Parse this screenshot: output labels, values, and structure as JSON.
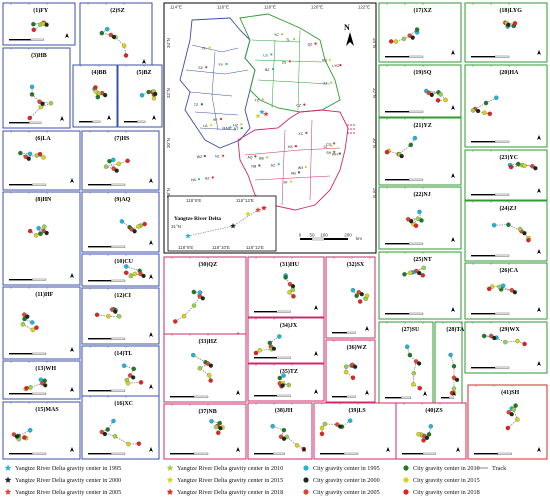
{
  "colors": {
    "anhui": "#3a4fa8",
    "jiangsu": "#2e9a30",
    "shanghai": "#cc2b6a",
    "zhejiang": "#cc2b6a",
    "special": "#d82a2a",
    "track": "#888888",
    "y1995": "#1fb5d8",
    "y2000": "#1b2b1b",
    "y2005": "#e04433",
    "y2010": "#1aa6c9",
    "y2015": "#d8d31b",
    "y2018": "#e02424",
    "green2000": "#1e7a2a",
    "lime2010": "#9ad14a"
  },
  "map": {
    "lon_ticks": [
      "114°E",
      "116°E",
      "118°E",
      "120°E",
      "122°E"
    ],
    "lat_ticks_left": [
      "34°N",
      "32°N",
      "30°N",
      "28°N"
    ],
    "lat_ticks_right": [
      "34°N",
      "32°N",
      "30°N",
      "28°N"
    ],
    "north_label": "N",
    "scale_labels": [
      "0",
      "50",
      "100",
      "200"
    ],
    "scale_unit": "km",
    "inset_title": "Yangtze River Delta",
    "inset_lon_ticks": [
      "118°8'E",
      "118°10'E",
      "118°12'E"
    ],
    "inset_lat_tick": "31°N",
    "inset_lon_top": [
      "118°8'E",
      "118°12'E"
    ],
    "city_codes": [
      "FY",
      "HB",
      "SZ",
      "BB",
      "LA",
      "HS",
      "BZ",
      "AQ",
      "CU",
      "TL",
      "CI",
      "HF",
      "MAS",
      "WH",
      "XC",
      "YC",
      "SQ",
      "LYG",
      "HA",
      "TZ",
      "NJ",
      "ZJ",
      "WX",
      "CZ",
      "SZ",
      "NT",
      "SH",
      "HZ",
      "JX",
      "HZ",
      "SX",
      "NB",
      "ZS",
      "TZ",
      "JH",
      "QZ",
      "LS",
      "WZ"
    ]
  },
  "panels": [
    {
      "id": "p1",
      "label": "(1)FY"
    },
    {
      "id": "p2",
      "label": "(2)SZ"
    },
    {
      "id": "p3",
      "label": "(3)HB"
    },
    {
      "id": "p4",
      "label": "(4)BB"
    },
    {
      "id": "p5",
      "label": "(5)BZ"
    },
    {
      "id": "p6",
      "label": "(6)LA"
    },
    {
      "id": "p7",
      "label": "(7)HS"
    },
    {
      "id": "p8",
      "label": "(8)HN"
    },
    {
      "id": "p9",
      "label": "(9)AQ"
    },
    {
      "id": "p10",
      "label": "(10)CU"
    },
    {
      "id": "p11",
      "label": "(11)HF"
    },
    {
      "id": "p12",
      "label": "(12)CI"
    },
    {
      "id": "p13",
      "label": "(13)WH"
    },
    {
      "id": "p14",
      "label": "(14)TL"
    },
    {
      "id": "p15",
      "label": "(15)MAS"
    },
    {
      "id": "p16",
      "label": "(16)XC"
    },
    {
      "id": "p17",
      "label": "(17)XZ"
    },
    {
      "id": "p18",
      "label": "(18)LYG"
    },
    {
      "id": "p19",
      "label": "(19)SQ"
    },
    {
      "id": "p20",
      "label": "(20)HA"
    },
    {
      "id": "p21",
      "label": "(21)YZ"
    },
    {
      "id": "p22",
      "label": "(22)NJ"
    },
    {
      "id": "p23",
      "label": "(23)YC"
    },
    {
      "id": "p24",
      "label": "(24)ZJ"
    },
    {
      "id": "p25",
      "label": "(25)NT"
    },
    {
      "id": "p26",
      "label": "(26)CA"
    },
    {
      "id": "p27",
      "label": "(27)SU"
    },
    {
      "id": "p28",
      "label": "(28)TA"
    },
    {
      "id": "p29",
      "label": "(29)WX"
    },
    {
      "id": "p30",
      "label": "(30)QZ"
    },
    {
      "id": "p31",
      "label": "(31)HU"
    },
    {
      "id": "p32",
      "label": "(32)SX"
    },
    {
      "id": "p33",
      "label": "(33)HZ"
    },
    {
      "id": "p34",
      "label": "(34)JX"
    },
    {
      "id": "p35",
      "label": "(35)TZ"
    },
    {
      "id": "p36",
      "label": "(36)WZ"
    },
    {
      "id": "p37",
      "label": "(37)NB"
    },
    {
      "id": "p38",
      "label": "(38)JH"
    },
    {
      "id": "p39",
      "label": "(39)LS"
    },
    {
      "id": "p40",
      "label": "(40)ZS"
    },
    {
      "id": "p41",
      "label": "(41)SH"
    }
  ],
  "legend": {
    "items": [
      {
        "text": "Yangtze River Delta gravity center in 1995",
        "icon": "star-cyan"
      },
      {
        "text": "Yangtze River Delta gravity center in 2000",
        "icon": "star-dark"
      },
      {
        "text": "Yangtze River Delta gravity center in 2005",
        "icon": "star-red"
      },
      {
        "text": "Yangtze River Delta gravity center in 2010",
        "icon": "star-green"
      },
      {
        "text": "Yangtze River Delta gravity center in 2015",
        "icon": "star-yellow"
      },
      {
        "text": "Yangtze River Delta gravity center in 2018",
        "icon": "star-red2"
      },
      {
        "text": "City gravity center in 1995",
        "icon": "dot-cyan"
      },
      {
        "text": "City gravity center in 2000",
        "icon": "dot-dark"
      },
      {
        "text": "City gravity center in 2005",
        "icon": "dot-red"
      },
      {
        "text": "City gravity center in 2010",
        "icon": "dot-cyan2"
      },
      {
        "text": "City gravity center in 2015",
        "icon": "dot-yellow"
      },
      {
        "text": "City gravity center in 2018",
        "icon": "dot-red2"
      },
      {
        "text": "Track",
        "icon": "line-track"
      }
    ]
  }
}
